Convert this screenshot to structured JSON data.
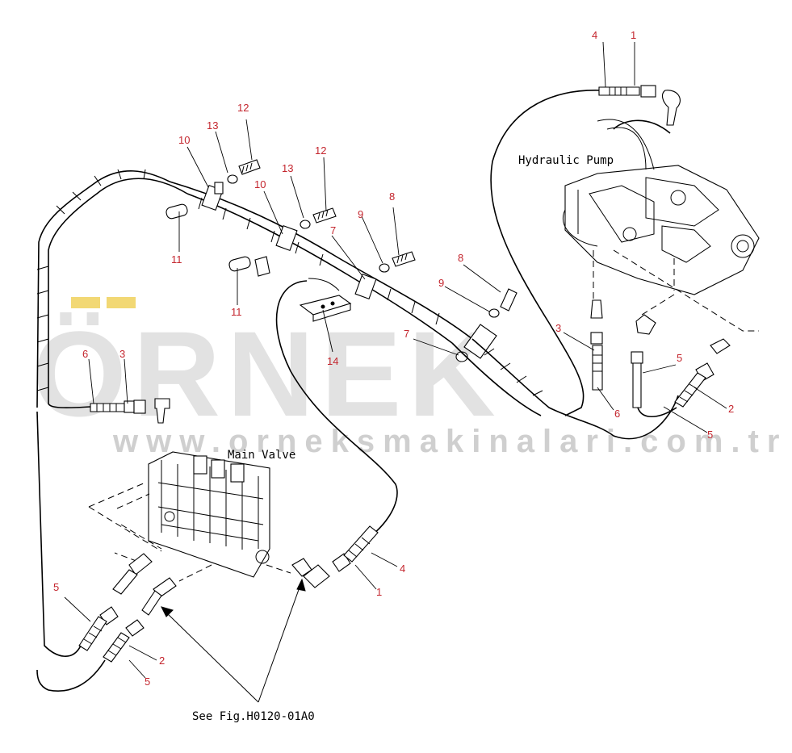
{
  "watermark": {
    "brand": "ÖRNEK",
    "url": "www.orneksmakinalari.com.tr",
    "accent_color": "#f2d874"
  },
  "labels": {
    "hydraulic_pump": "Hydraulic Pump",
    "main_valve": "Main Valve",
    "see_fig": "See Fig.H0120-01A0"
  },
  "callouts": [
    {
      "id": "c-4-top",
      "text": "4"
    },
    {
      "id": "c-1-top",
      "text": "1"
    },
    {
      "id": "c-12-a",
      "text": "12"
    },
    {
      "id": "c-13-a",
      "text": "13"
    },
    {
      "id": "c-10-a",
      "text": "10"
    },
    {
      "id": "c-13-b",
      "text": "13"
    },
    {
      "id": "c-12-b",
      "text": "12"
    },
    {
      "id": "c-10-b",
      "text": "10"
    },
    {
      "id": "c-8-a",
      "text": "8"
    },
    {
      "id": "c-9-a",
      "text": "9"
    },
    {
      "id": "c-7-a",
      "text": "7"
    },
    {
      "id": "c-11-a",
      "text": "11"
    },
    {
      "id": "c-11-b",
      "text": "11"
    },
    {
      "id": "c-8-b",
      "text": "8"
    },
    {
      "id": "c-9-b",
      "text": "9"
    },
    {
      "id": "c-7-b",
      "text": "7"
    },
    {
      "id": "c-14",
      "text": "14"
    },
    {
      "id": "c-3-right",
      "text": "3"
    },
    {
      "id": "c-5-right",
      "text": "5"
    },
    {
      "id": "c-6-right",
      "text": "6"
    },
    {
      "id": "c-2-right",
      "text": "2"
    },
    {
      "id": "c-5-right-b",
      "text": "5"
    },
    {
      "id": "c-6-left",
      "text": "6"
    },
    {
      "id": "c-3-left",
      "text": "3"
    },
    {
      "id": "c-4-mid",
      "text": "4"
    },
    {
      "id": "c-1-mid",
      "text": "1"
    },
    {
      "id": "c-5-left",
      "text": "5"
    },
    {
      "id": "c-2-left",
      "text": "2"
    },
    {
      "id": "c-5-left-b",
      "text": "5"
    }
  ]
}
